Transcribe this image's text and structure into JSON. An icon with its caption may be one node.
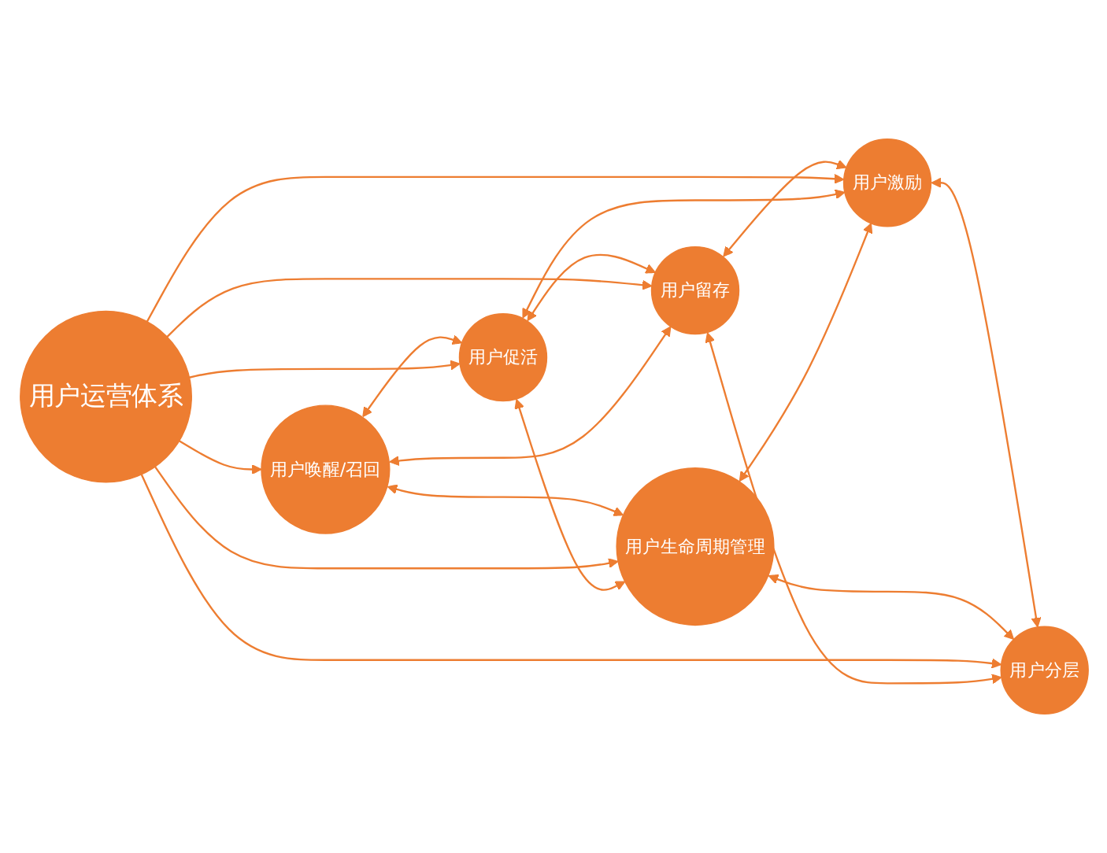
{
  "diagram": {
    "nodes": [
      {
        "text": [
          "用户运营体系"
        ]
      },
      {
        "text": [
          "用户促活"
        ]
      },
      {
        "text": [
          "用户留存"
        ]
      },
      {
        "text": [
          "用户激励"
        ]
      },
      {
        "text": [
          "用户分层"
        ]
      },
      {
        "text": [
          "用户生命周期管理"
        ]
      },
      {
        "text": [
          "用户唤醒/召回"
        ]
      }
    ],
    "edges": [
      {
        "from": 1,
        "to": 2,
        "arrow": "both"
      },
      {
        "from": 2,
        "to": 3,
        "arrow": "both"
      },
      {
        "from": 3,
        "to": 4,
        "arrow": "both"
      },
      {
        "from": 5,
        "to": 4,
        "arrow": "both"
      },
      {
        "from": 6,
        "to": 5,
        "arrow": "both"
      },
      {
        "from": 6,
        "to": 1,
        "arrow": "both"
      },
      {
        "from": 0,
        "to": 1,
        "arrow": "to"
      },
      {
        "from": 0,
        "to": 2,
        "arrow": "to"
      },
      {
        "from": 0,
        "to": 3,
        "arrow": "to"
      },
      {
        "from": 0,
        "to": 4,
        "arrow": "to"
      },
      {
        "from": 0,
        "to": 5,
        "arrow": "to"
      },
      {
        "from": 0,
        "to": 6,
        "arrow": "to"
      },
      {
        "from": 1,
        "to": 5,
        "arrow": "both"
      },
      {
        "from": 1,
        "to": 3,
        "arrow": "both"
      },
      {
        "from": 6,
        "to": 2,
        "arrow": "both"
      },
      {
        "from": 5,
        "to": 3,
        "arrow": "both"
      },
      {
        "from": 2,
        "to": 4,
        "arrow": "both"
      }
    ]
  }
}
